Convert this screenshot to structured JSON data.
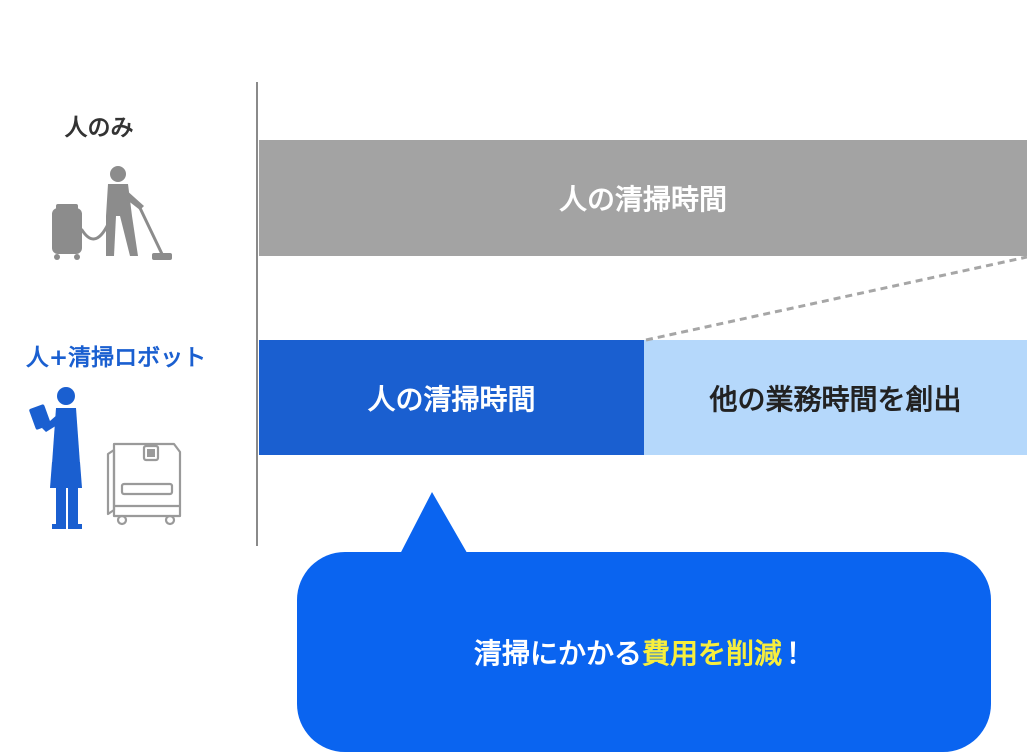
{
  "rows": {
    "human_only": {
      "label": "人のみ",
      "bar_label": "人の清掃時間"
    },
    "with_robot": {
      "label": "人+清掃ロボット",
      "human_bar_label": "人の清掃時間",
      "other_bar_label": "他の業務時間を創出"
    }
  },
  "callout": {
    "prefix": "清掃にかかる",
    "highlight": "費用を削減",
    "suffix": "！"
  },
  "colors": {
    "gray_bar": "#a3a3a3",
    "blue_bar": "#1a5fd0",
    "light_blue_bar": "#b5d8fb",
    "callout": "#0a64f0",
    "accent_text": "#f7ee3d",
    "icon_gray": "#8c8c8c",
    "icon_blue": "#1a5fd0"
  },
  "icons": {
    "human_only": "person-vacuuming-icon",
    "with_robot_person": "person-with-tablet-icon",
    "with_robot_machine": "cleaning-robot-icon"
  }
}
